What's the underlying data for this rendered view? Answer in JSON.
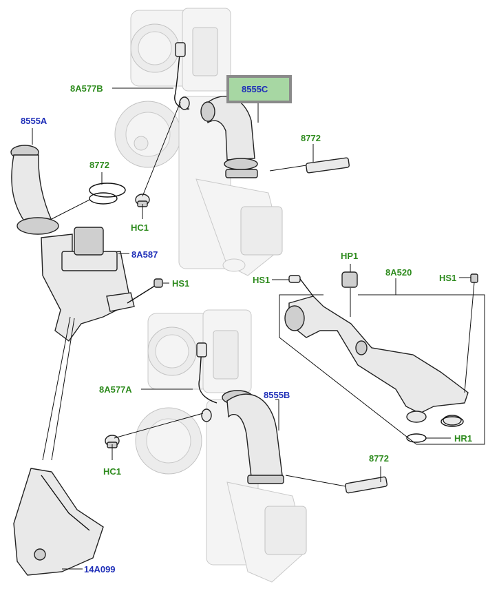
{
  "labels": {
    "l_8a577b": "8A577B",
    "l_8555c": "8555C",
    "l_8555a": "8555A",
    "l_8772_top": "8772",
    "l_8772_left": "8772",
    "l_hc1_top": "HC1",
    "l_8a587": "8A587",
    "l_hs1_left": "HS1",
    "l_hp1": "HP1",
    "l_hs1_mid": "HS1",
    "l_8a520": "8A520",
    "l_hs1_right": "HS1",
    "l_8a577a": "8A577A",
    "l_8555b": "8555B",
    "l_hc1_bottom": "HC1",
    "l_hr1": "HR1",
    "l_8772_bottom": "8772",
    "l_14a099": "14A099"
  },
  "colors": {
    "green_label": "#2e8b1e",
    "blue_label": "#1f2fb8",
    "highlight_fill": "#a7d7a3",
    "highlight_border": "#8a8a8a"
  },
  "highlighted_part": "8555C"
}
